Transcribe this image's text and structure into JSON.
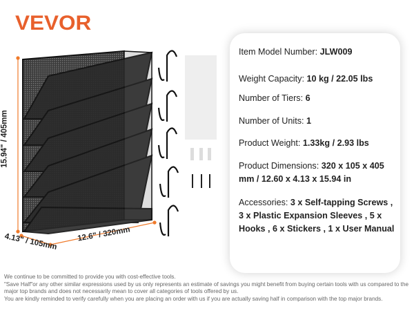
{
  "brand": "VEVOR",
  "dimensions": {
    "height": "15.94\" / 405mm",
    "width": "12.6\" / 320mm",
    "depth": "4.13\" / 105mm"
  },
  "specs": {
    "model_label": "Item Model Number:",
    "model_value": "JLW009",
    "capacity_label": "Weight Capacity:",
    "capacity_value": "10 kg / 22.05 lbs",
    "tiers_label": "Number of Tiers:",
    "tiers_value": "6",
    "units_label": "Number of Units:",
    "units_value": "1",
    "weight_label": "Product Weight:",
    "weight_value": "1.33kg / 2.93 lbs",
    "dims_label": "Product Dimensions:",
    "dims_value": "320 x 105 x 405 mm / 12.60 x 4.13 x 15.94 in",
    "acc_label": "Accessories:",
    "acc_value": "3 x Self-tapping Screws , 3 x Plastic Expansion Sleeves , 5 x Hooks , 6 x Stickers , 1 x User Manual"
  },
  "disclaimer": [
    "We continue to be committed to provide you with cost-effective tools.",
    "\"Save Half\"or any other similar expressions used by us only represents an estimate of savings you might benefit from buying certain tools with us compared to the major top brands and does not necessarily mean to cover all categories of tools offered by us.",
    "You are kindly reminded to verify carefully when you are placing an order with us if you are actually saving half in comparison with the top major brands."
  ],
  "colors": {
    "brand": "#e8602c",
    "dimension_line": "#f07a2a"
  }
}
